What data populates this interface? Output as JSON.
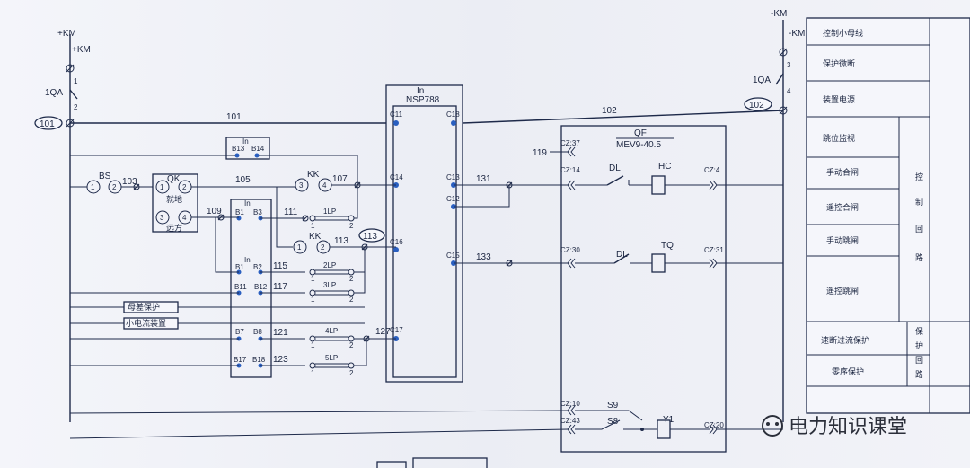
{
  "power": {
    "pos": "+KM",
    "pos2": "+KM",
    "neg": "-KM",
    "neg2": "-KM",
    "breaker": "1QA",
    "breaker_r": "1QA"
  },
  "terminals": {
    "t1": "1",
    "t2": "2",
    "t3": "3",
    "t4": "4"
  },
  "bus": {
    "left_node": "101",
    "right_node": "102",
    "wire_101": "101",
    "wire_102": "102"
  },
  "device": {
    "title1": "In",
    "title2": "NSP788",
    "c11": "C11",
    "c18": "C18",
    "c14": "C14",
    "c13": "C13",
    "c12": "C12",
    "c16": "C16",
    "c15": "C15",
    "c17": "C17"
  },
  "in_small": {
    "title": "In",
    "b13": "B13",
    "b14": "B14"
  },
  "in_tall": {
    "title": "In",
    "b1": "B1",
    "b3": "B3",
    "b1b": "B1",
    "b2": "B2",
    "b11": "B11",
    "b12": "B12",
    "b7": "B7",
    "b8": "B8",
    "b17": "B17",
    "b18": "B18",
    "title2": "In"
  },
  "qk": {
    "title": "QK",
    "local": "就地",
    "remote": "远方",
    "n1": "1",
    "n2": "2",
    "n3": "3",
    "n4": "4"
  },
  "kk1": {
    "label": "KK",
    "n3": "3",
    "n4": "4"
  },
  "kk2": {
    "label": "KK",
    "n1": "1",
    "n2": "2"
  },
  "bs": {
    "label": "BS",
    "n1": "1",
    "n2": "2"
  },
  "wires": {
    "w103": "103",
    "w105": "105",
    "w107": "107",
    "w109": "109",
    "w111": "111",
    "w113": "113",
    "w113c": "113",
    "w115": "115",
    "w117": "117",
    "w121": "121",
    "w123": "123",
    "w127": "127",
    "w131": "131",
    "w133": "133",
    "w119": "119"
  },
  "plates": {
    "lp1": "1LP",
    "lp2": "2LP",
    "lp3": "3LP",
    "lp4": "4LP",
    "lp5": "5LP",
    "a": "1",
    "b": "2"
  },
  "side_labels": {
    "bus_protect": "母差保护",
    "small_current": "小电流装置"
  },
  "qf": {
    "title": "QF",
    "model": "MEV9-40.5",
    "dl1": "DL",
    "hc": "HC",
    "dl2": "DL",
    "tq": "TQ",
    "s9": "S9",
    "s8": "S8",
    "y1": "Y1",
    "cz37": "CZ:37",
    "cz14": "CZ:14",
    "cz4": "CZ:4",
    "cz30": "CZ:30",
    "cz31": "CZ:31",
    "cz10": "CZ:10",
    "cz43": "CZ:43",
    "cz20": "CZ:20"
  },
  "legend": {
    "control_bus": "控制小母线",
    "protect_breaker": "保护微断",
    "device_power": "装置电源",
    "trip_monitor": "跳位监视",
    "manual_close": "手动合闸",
    "remote_close": "遥控合闸",
    "manual_trip": "手动跳闸",
    "remote_trip": "遥控跳闸",
    "instant_oc": "速断过流保护",
    "zero_seq": "零序保护",
    "control_loop": [
      "控",
      "制",
      "回",
      "路"
    ],
    "protect_loop": [
      "保",
      "护",
      "回",
      "路"
    ]
  },
  "watermark": "电力知识课堂"
}
